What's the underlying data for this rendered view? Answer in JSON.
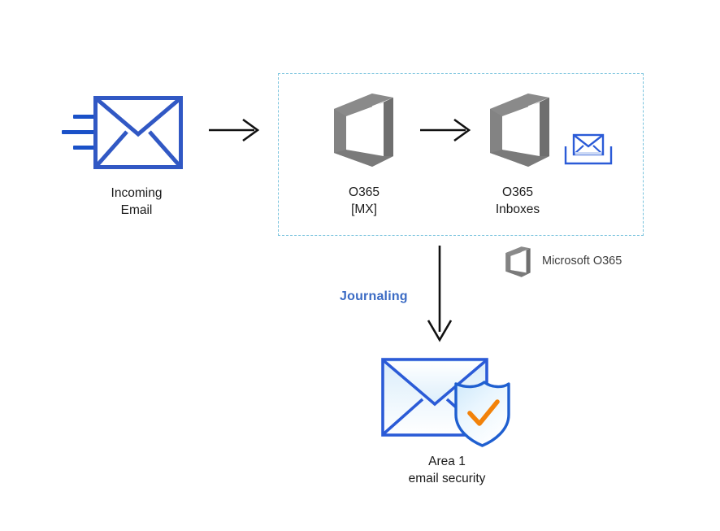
{
  "diagram": {
    "title_alt": "Email journaling flow to Area 1 email security",
    "background": "#ffffff",
    "colors": {
      "envelope_blue": "#3158c4",
      "speedline_blue": "#1a51c8",
      "dashed_border": "#79c3dd",
      "office_gray": "#808080",
      "office_gray_dark": "#6e6e6e",
      "arrow_black": "#111111",
      "journaling_blue": "#3b6bc4",
      "shield_check_orange": "#f2820a",
      "envelope_fill_light": "#e4f1fb",
      "legend_text": "#3c3c3c",
      "label_text": "#1a1a1a"
    }
  },
  "nodes": {
    "incoming_email": {
      "label": "Incoming\nEmail",
      "icon": "envelope-icon",
      "speed_lines": 3
    },
    "o365_mx": {
      "label": "O365\n[MX]",
      "icon": "office-365-icon"
    },
    "o365_inboxes": {
      "label": "O365\nInboxes",
      "icon": "office-365-icon",
      "badge_icon": "inbox-tray-envelope-icon"
    },
    "area1": {
      "label": "Area 1\nemail security",
      "icon": "shielded-envelope-icon"
    }
  },
  "group_box": {
    "name": "o365-boundary",
    "style": "dashed"
  },
  "edges": {
    "incoming_to_mx": {
      "label": "",
      "direction": "right",
      "style": "solid-open-arrow"
    },
    "mx_to_inboxes": {
      "label": "",
      "direction": "right",
      "style": "solid-open-arrow"
    },
    "inboxes_to_area1": {
      "label": "Journaling",
      "direction": "down",
      "style": "solid-open-arrow"
    }
  },
  "legend": {
    "items": [
      {
        "icon": "office-365-icon",
        "label": "Microsoft O365"
      }
    ]
  }
}
